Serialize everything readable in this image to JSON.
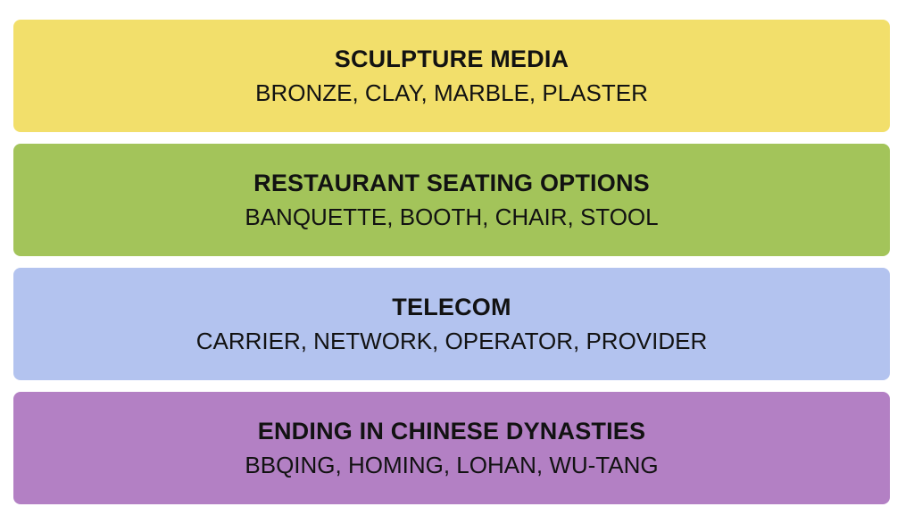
{
  "groups": [
    {
      "title": "SCULPTURE MEDIA",
      "members": "BRONZE, CLAY, MARBLE, PLASTER",
      "color": "#f2df6b"
    },
    {
      "title": "RESTAURANT SEATING OPTIONS",
      "members": "BANQUETTE, BOOTH, CHAIR, STOOL",
      "color": "#a3c45a"
    },
    {
      "title": "TELECOM",
      "members": "CARRIER, NETWORK, OPERATOR, PROVIDER",
      "color": "#b3c3ef"
    },
    {
      "title": "ENDING IN CHINESE DYNASTIES",
      "members": "BBQING, HOMING, LOHAN, WU-TANG",
      "color": "#b380c4"
    }
  ]
}
